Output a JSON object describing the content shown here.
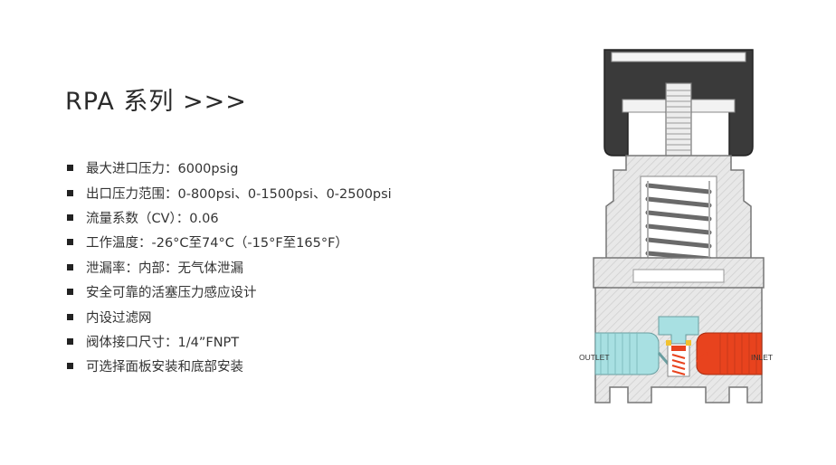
{
  "page": {
    "title": "RPA 系列 >>>"
  },
  "specs": [
    "最大进口压力：6000psig",
    "出口压力范围：0-800psi、0-1500psi、0-2500psi",
    "流量系数（CV）：0.06",
    "工作温度：-26°C至74°C（-15°F至165°F）",
    "泄漏率：内部：无气体泄漏",
    "安全可靠的活塞压力感应设计",
    "内设过滤网",
    "阀体接口尺寸：1/4”FNPT",
    "可选择面板安装和底部安装"
  ],
  "diagram": {
    "outlet_label": "OUTLET",
    "inlet_label": "INLET",
    "colors": {
      "outlet": "#a8e0e2",
      "inlet": "#e8431e",
      "body": "#e6e6e6",
      "knob": "#3a3a3a",
      "seal": "#f2c230"
    }
  }
}
